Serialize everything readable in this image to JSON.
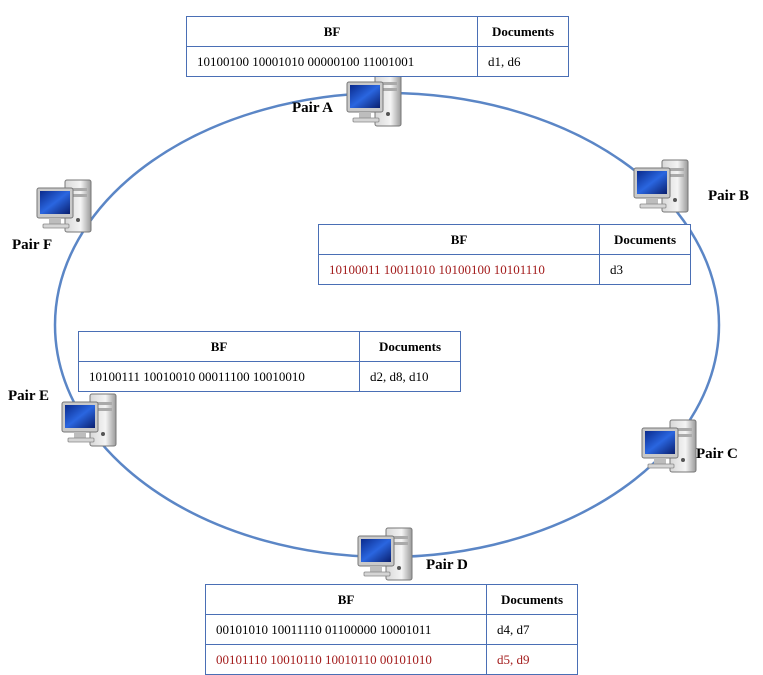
{
  "peers": [
    {
      "id": "A",
      "label": "Pair A"
    },
    {
      "id": "B",
      "label": "Pair B"
    },
    {
      "id": "C",
      "label": "Pair C"
    },
    {
      "id": "D",
      "label": "Pair D"
    },
    {
      "id": "E",
      "label": "Pair E"
    },
    {
      "id": "F",
      "label": "Pair F"
    }
  ],
  "tables": {
    "A": {
      "header_bf": "BF",
      "header_docs": "Documents",
      "rows": [
        {
          "bf": "10100100 10001010 00000100 11001001",
          "docs": "d1, d6",
          "highlight": false
        }
      ]
    },
    "B": {
      "header_bf": "BF",
      "header_docs": "Documents",
      "rows": [
        {
          "bf": "10100011 10011010 10100100 10101110",
          "docs": "d3",
          "highlight": true
        }
      ]
    },
    "E": {
      "header_bf": "BF",
      "header_docs": "Documents",
      "rows": [
        {
          "bf": "10100111 10010010 00011100 10010010",
          "docs": "d2, d8, d10",
          "highlight": false
        }
      ]
    },
    "D": {
      "header_bf": "BF",
      "header_docs": "Documents",
      "rows": [
        {
          "bf": "00101010 10011110 01100000 10001011",
          "docs": "d4, d7",
          "highlight": false
        },
        {
          "bf": "00101110 10010110 10010110 00101010",
          "docs": "d5, d9",
          "highlight": true
        }
      ]
    }
  },
  "colors": {
    "ring": "#5b86c6",
    "table_border": "#4a6fb5",
    "highlight_text": "#a31c1c"
  }
}
